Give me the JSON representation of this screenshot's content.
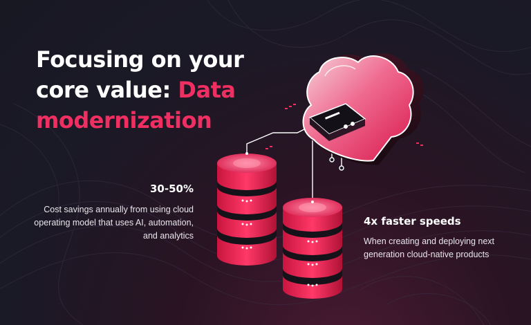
{
  "headline": {
    "line_white": "Focusing on your core value: ",
    "line_accent": "Data modernization"
  },
  "stats": [
    {
      "value": "30-50%",
      "description": "Cost savings annually from using cloud operating model that uses AI, automation, and analytics"
    },
    {
      "value": "4x faster speeds",
      "description": "When creating and deploying next generation cloud-native products"
    }
  ],
  "colors": {
    "background": "#1a1926",
    "accent": "#ef2f62",
    "text": "#ffffff"
  },
  "icons": {
    "illustration": "cloud-and-database-icon"
  }
}
